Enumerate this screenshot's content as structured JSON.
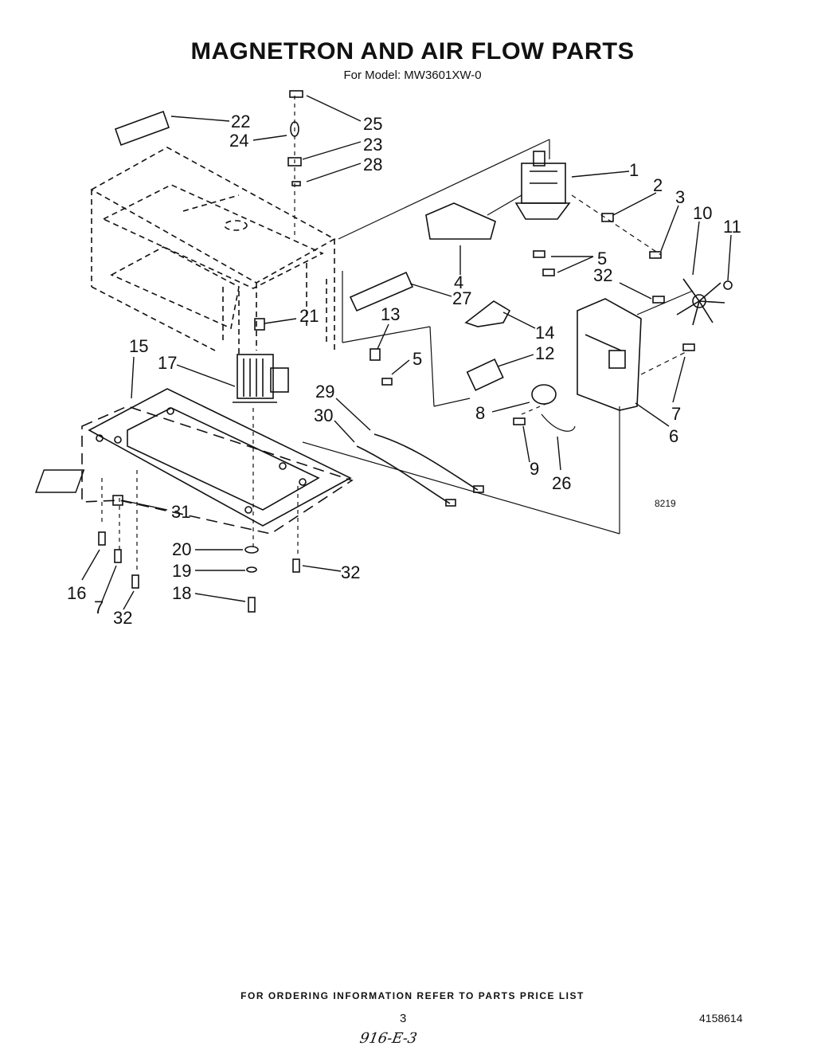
{
  "header": {
    "title": "MAGNETRON AND AIR FLOW PARTS",
    "subtitle": "For Model: MW3601XW-0"
  },
  "callouts": [
    "1",
    "2",
    "3",
    "4",
    "5",
    "5",
    "6",
    "7",
    "7",
    "8",
    "9",
    "10",
    "11",
    "12",
    "13",
    "14",
    "15",
    "16",
    "17",
    "18",
    "19",
    "20",
    "21",
    "22",
    "23",
    "24",
    "25",
    "26",
    "27",
    "28",
    "29",
    "30",
    "31",
    "32",
    "32",
    "32",
    "32"
  ],
  "diagram_code": "8219",
  "footer": {
    "ordering_note": "FOR ORDERING INFORMATION REFER TO PARTS PRICE LIST",
    "page_number": "3",
    "document_number": "4158614",
    "handwritten_note": "916-E-3"
  }
}
